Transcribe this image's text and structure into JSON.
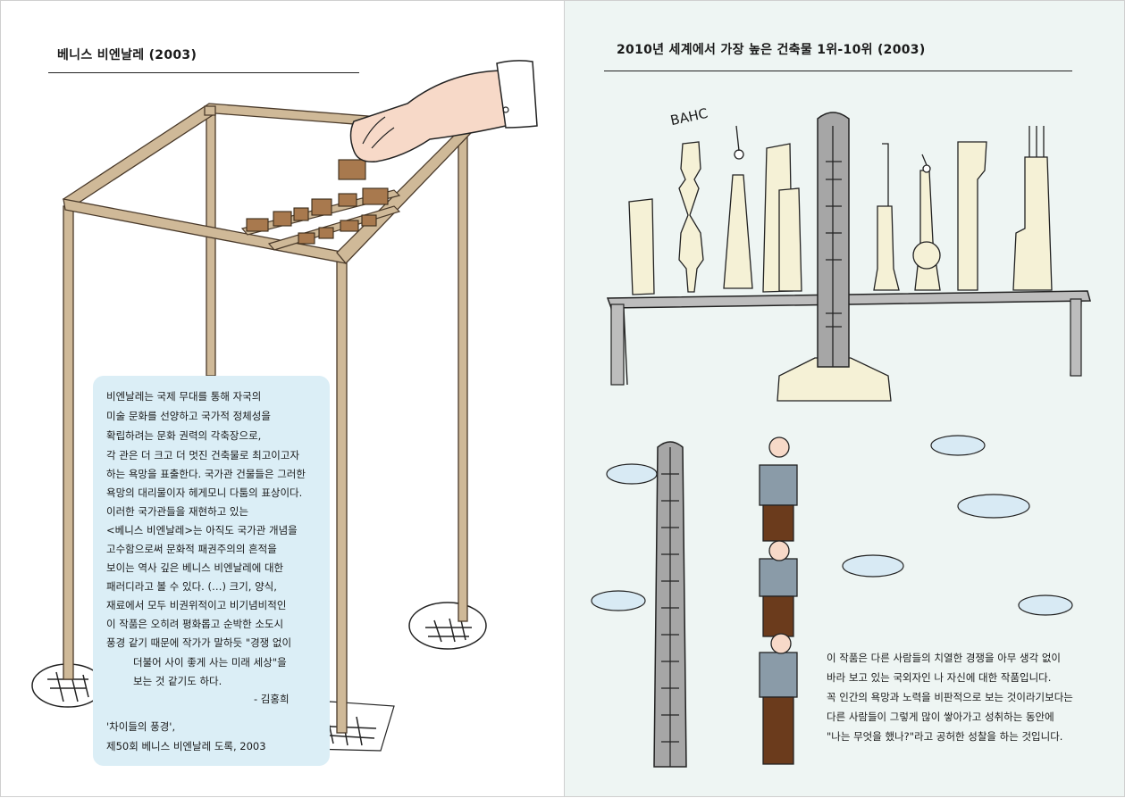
{
  "left_page": {
    "title": "베니스 비엔날레 (2003)",
    "text_lines": [
      "비엔날레는 국제 무대를 통해 자국의",
      "미술 문화를 선양하고 국가적 정체성을",
      "확립하려는 문화 권력의 각축장으로,",
      "각 관은 더 크고 더 멋진 건축물로 최고이고자",
      "하는 욕망을 표출한다. 국가관 건물들은 그러한",
      "욕망의 대리물이자 헤게모니 다툼의 표상이다.",
      "이러한 국가관들을 재현하고 있는",
      "<베니스 비엔날레>는 아직도 국가관 개념을",
      "고수함으로써 문화적 패권주의의 흔적을",
      "보이는 역사 깊은 베니스 비엔날레에 대한",
      "패러디라고 볼 수 있다. (…) 크기, 양식,",
      "재료에서 모두 비권위적이고 비기념비적인",
      "이 작품은 오히려 평화롭고 순박한 소도시",
      "풍경 같기 때문에 작가가 말하듯 \"경쟁 없이",
      "더불어 사이 좋게 사는 미래 세상\"을",
      "보는 것 같기도 하다."
    ],
    "author": "- 김홍희",
    "source_lines": [
      "'차이들의 풍경',",
      "제50회 베니스 비엔날레 도록, 2003"
    ]
  },
  "right_page": {
    "title": "2010년 세계에서 가장 높은 건축물 1위-10위 (2003)",
    "art_lettering": "BAHC",
    "caption_lines": [
      "이 작품은 다른 사람들의 치열한 경쟁을 아무 생각 없이",
      "바라 보고 있는 국외자인 나 자신에 대한 작품입니다.",
      "꼭 인간의 욕망과 노력을 비판적으로 보는 것이라기보다는",
      "다른 사람들이 그렇게 많이 쌓아가고 성취하는 동안에",
      "\"나는 무엇을 했나?\"라고 공허한 성찰을 하는 것입니다."
    ]
  }
}
